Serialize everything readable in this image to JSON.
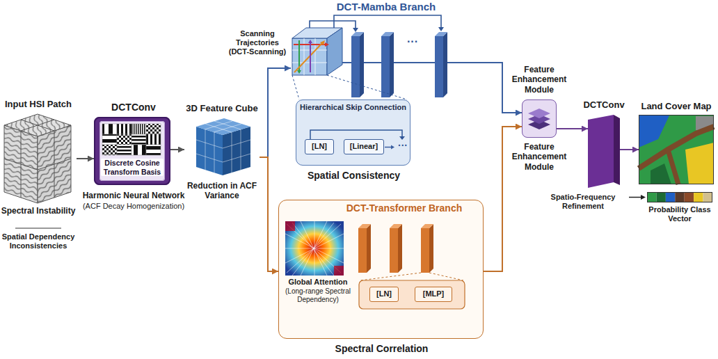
{
  "diagram": {
    "nodes": [
      {
        "text": [
          "Input HSI Patch",
          "Spectral Instability",
          "Spatial Dependency Inconsistencies"
        ]
      },
      {
        "text": [
          "DCTConv",
          "Harmonic Neural Network",
          "(ACF Decay Homogenization)"
        ]
      },
      {
        "text": [
          "Discrete Cosine Transform Basis"
        ],
        "in": 1
      },
      {
        "text": [
          "3D Feature Cube",
          "Reduction in ACF Variance"
        ]
      },
      {
        "text": [
          "Scanning Trajectories (DCT-Scanning)"
        ]
      },
      {
        "text": [
          "Hierarchical Skip Connection",
          "Spatial Consistency"
        ]
      },
      {
        "text": [
          "[LN]"
        ],
        "in": 5
      },
      {
        "text": [
          "[Linear]"
        ],
        "in": 5
      },
      {
        "text": [
          "DCT-Transformer Branch",
          "Spectral Correlation"
        ]
      },
      {
        "text": [
          "Global Attention",
          "(Long-range Spectral Dependency)"
        ],
        "in": 8
      },
      {
        "text": [
          "[LN]"
        ],
        "in": 8
      },
      {
        "text": [
          "[MLP]"
        ],
        "in": 8
      },
      {
        "text": [
          "Feature Enhancement Module",
          "Feature Enhancement Module"
        ]
      },
      {
        "text": [
          "DCTConv",
          "Spatio-Frequency Refinement"
        ]
      },
      {
        "text": [
          "Land Cover Map"
        ]
      },
      {
        "text": [
          "Probability Class Vector"
        ]
      }
    ],
    "edges": [
      {
        "from": 0,
        "to": 1,
        "arrow": "to"
      },
      {
        "from": 1,
        "to": 3,
        "arrow": "to"
      },
      {
        "from": 3,
        "to": 4,
        "arrow": "to"
      },
      {
        "from": 3,
        "to": 8,
        "arrow": "to"
      },
      {
        "from": 6,
        "to": 7,
        "arrow": "to"
      },
      {
        "from": 4,
        "to": 12,
        "arrow": "to"
      },
      {
        "from": 10,
        "to": 11,
        "arrow": "to"
      },
      {
        "from": 8,
        "to": 12,
        "arrow": "to"
      },
      {
        "from": 12,
        "to": 13,
        "arrow": "to"
      },
      {
        "from": 13,
        "to": 14,
        "arrow": "to"
      }
    ],
    "labels": [
      "DCT-Mamba Branch",
      "···",
      "···"
    ]
  }
}
